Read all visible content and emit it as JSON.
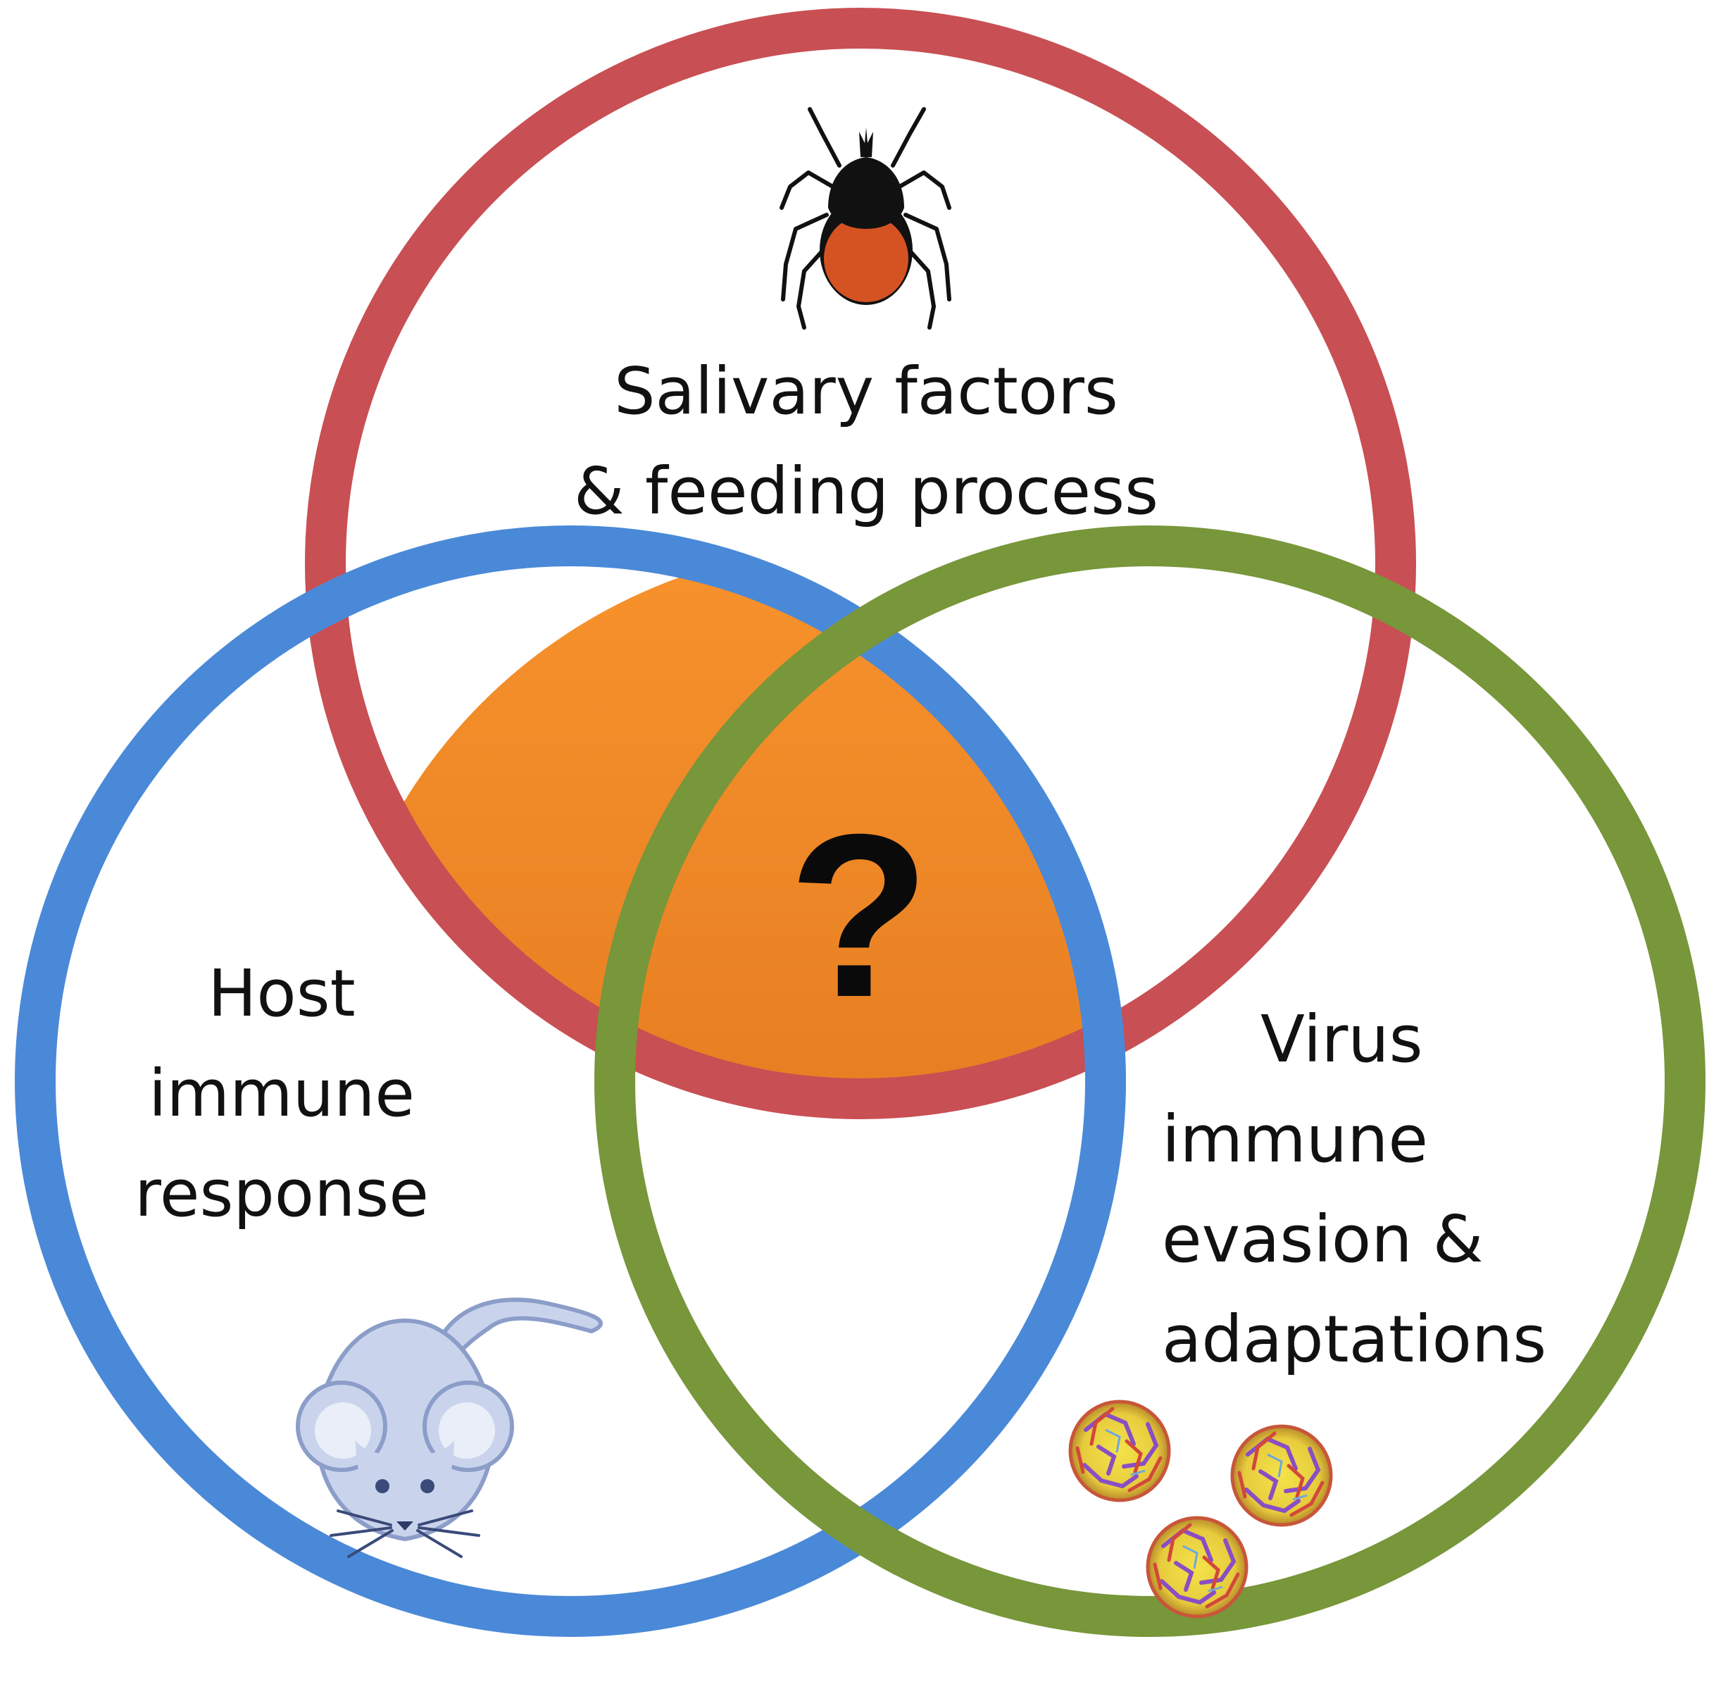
{
  "diagram": {
    "type": "venn",
    "sets": [
      {
        "id": "salivary",
        "lines": [
          "Salivary factors",
          "& feeding process"
        ],
        "color": "#c84f53",
        "icon": "tick-icon"
      },
      {
        "id": "host",
        "lines": [
          "Host",
          "immune",
          "response"
        ],
        "color": "#4a89d8",
        "icon": "mouse-icon"
      },
      {
        "id": "virus",
        "lines": [
          "Virus",
          "immune",
          "evasion &",
          "adaptations"
        ],
        "color": "#78963a",
        "icon": "virus-particles-icon"
      }
    ],
    "intersection": {
      "label": "?",
      "fill_top": "#f7922c",
      "fill_bottom": "#d96d1a"
    }
  }
}
